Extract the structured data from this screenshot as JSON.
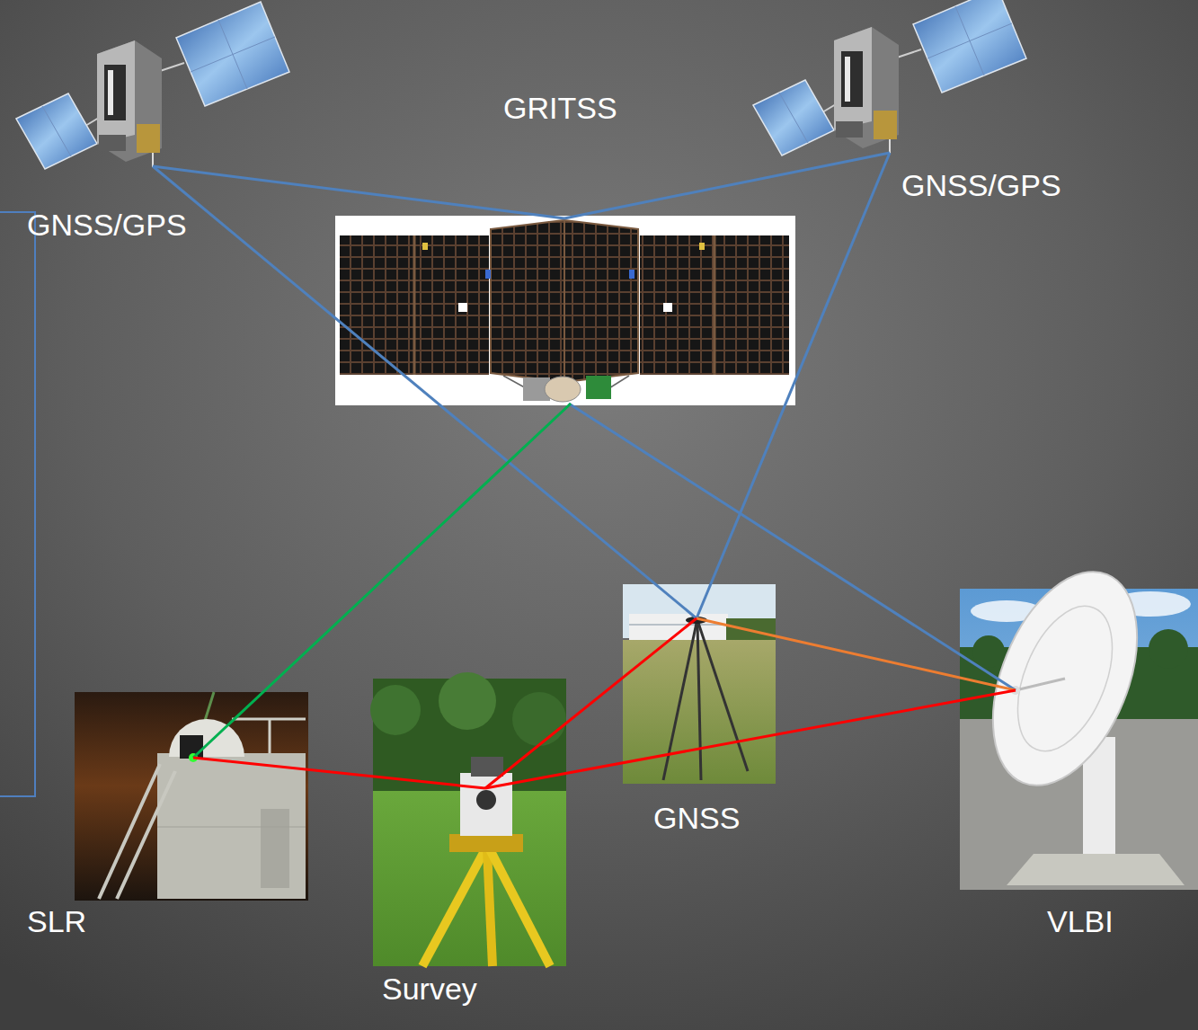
{
  "diagram": {
    "nodes": [
      {
        "text": [
          "GNSS/GPS"
        ]
      },
      {
        "text": [
          "GRITSS"
        ]
      },
      {
        "text": [
          "GNSS/GPS"
        ]
      },
      {
        "text": [
          "SLR"
        ]
      },
      {
        "text": [
          "Survey"
        ]
      },
      {
        "text": [
          "GNSS"
        ]
      },
      {
        "text": [
          "VLBI"
        ]
      }
    ],
    "edges": [
      {
        "from": 0,
        "to": 1,
        "arrow": "none"
      },
      {
        "from": 2,
        "to": 1,
        "arrow": "none"
      },
      {
        "from": 0,
        "to": 5,
        "arrow": "none"
      },
      {
        "from": 2,
        "to": 5,
        "arrow": "none"
      },
      {
        "from": 1,
        "to": 6,
        "arrow": "none"
      },
      {
        "from": 1,
        "to": 3,
        "arrow": "none"
      },
      {
        "from": 5,
        "to": 6,
        "arrow": "none"
      },
      {
        "from": 3,
        "to": 4,
        "arrow": "none"
      },
      {
        "from": 4,
        "to": 5,
        "arrow": "none"
      },
      {
        "from": 4,
        "to": 6,
        "arrow": "none"
      }
    ]
  }
}
